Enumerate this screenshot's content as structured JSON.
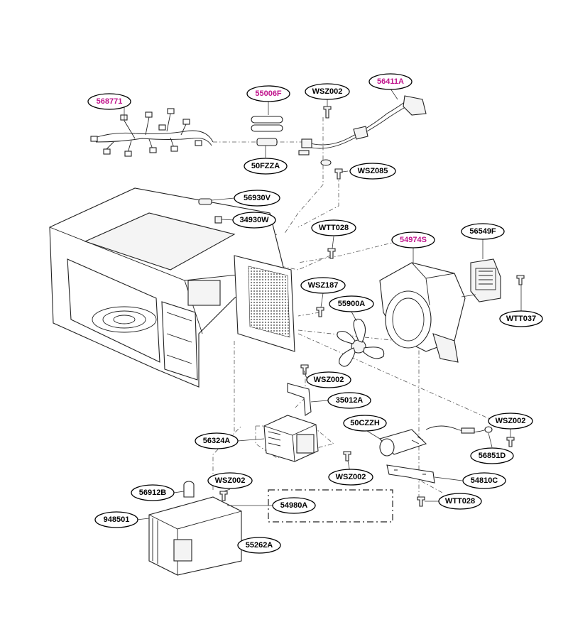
{
  "colors": {
    "highlight": "#c0148c",
    "normal": "#000000"
  },
  "parts": [
    {
      "id": "568771",
      "highlight": true
    },
    {
      "id": "55006F",
      "highlight": true
    },
    {
      "id": "WSZ002",
      "highlight": false
    },
    {
      "id": "56411A",
      "highlight": true
    },
    {
      "id": "50FZZA",
      "highlight": false
    },
    {
      "id": "WSZ085",
      "highlight": false
    },
    {
      "id": "56930V",
      "highlight": false
    },
    {
      "id": "34930W",
      "highlight": false
    },
    {
      "id": "WTT028",
      "highlight": false
    },
    {
      "id": "54974S",
      "highlight": true
    },
    {
      "id": "56549F",
      "highlight": false
    },
    {
      "id": "WSZ187",
      "highlight": false
    },
    {
      "id": "55900A",
      "highlight": false
    },
    {
      "id": "WTT037",
      "highlight": false
    },
    {
      "id": "WSZ002",
      "highlight": false
    },
    {
      "id": "35012A",
      "highlight": false
    },
    {
      "id": "50CZZH",
      "highlight": false
    },
    {
      "id": "WSZ002",
      "highlight": false
    },
    {
      "id": "56324A",
      "highlight": false
    },
    {
      "id": "WSZ002",
      "highlight": false
    },
    {
      "id": "56851D",
      "highlight": false
    },
    {
      "id": "54810C",
      "highlight": false
    },
    {
      "id": "WSZ002",
      "highlight": false
    },
    {
      "id": "56912B",
      "highlight": false
    },
    {
      "id": "WTT028",
      "highlight": false
    },
    {
      "id": "54980A",
      "highlight": false
    },
    {
      "id": "948501",
      "highlight": false
    },
    {
      "id": "55262A",
      "highlight": false
    }
  ]
}
